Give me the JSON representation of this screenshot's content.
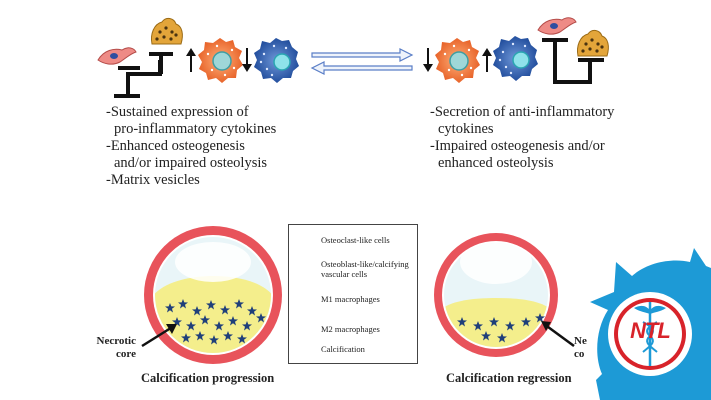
{
  "left_effects": [
    "-Sustained expression of",
    "  pro-inflammatory cytokines",
    "-Enhanced osteogenesis",
    "  and/or impaired osteolysis",
    "-Matrix vesicles"
  ],
  "right_effects": [
    "-Secretion of anti-inflammatory",
    "  cytokines",
    "-Impaired osteogenesis and/or",
    "  enhanced osteolysis"
  ],
  "legend": {
    "items": [
      {
        "label": "Osteoclast-like cells",
        "icon": "osteoclast-icon"
      },
      {
        "label": "Osteoblast-like/calcifying vascular cells",
        "icon": "osteoblast-icon"
      },
      {
        "label": "M1 macrophages",
        "icon": "m1-macrophage-icon"
      },
      {
        "label": "M2 macrophages",
        "icon": "m2-macrophage-icon"
      },
      {
        "label": "Calcification",
        "icon": "star-icon"
      }
    ]
  },
  "left_vessel": {
    "caption": "Calcification progression",
    "core_label": "Necrotic core"
  },
  "right_vessel": {
    "caption": "Calcification regression",
    "core_label": "Ne co"
  },
  "logo": {
    "text": "NTL"
  },
  "colors": {
    "vessel_wall": "#e8535b",
    "plaque": "#f4ee8c",
    "lumen": "#e9f5f8",
    "m1": "#f07a3c",
    "m2": "#2f5fb0",
    "star": "#1f3f7a",
    "logo_blue": "#1d9ad6",
    "logo_red": "#d8232a"
  }
}
